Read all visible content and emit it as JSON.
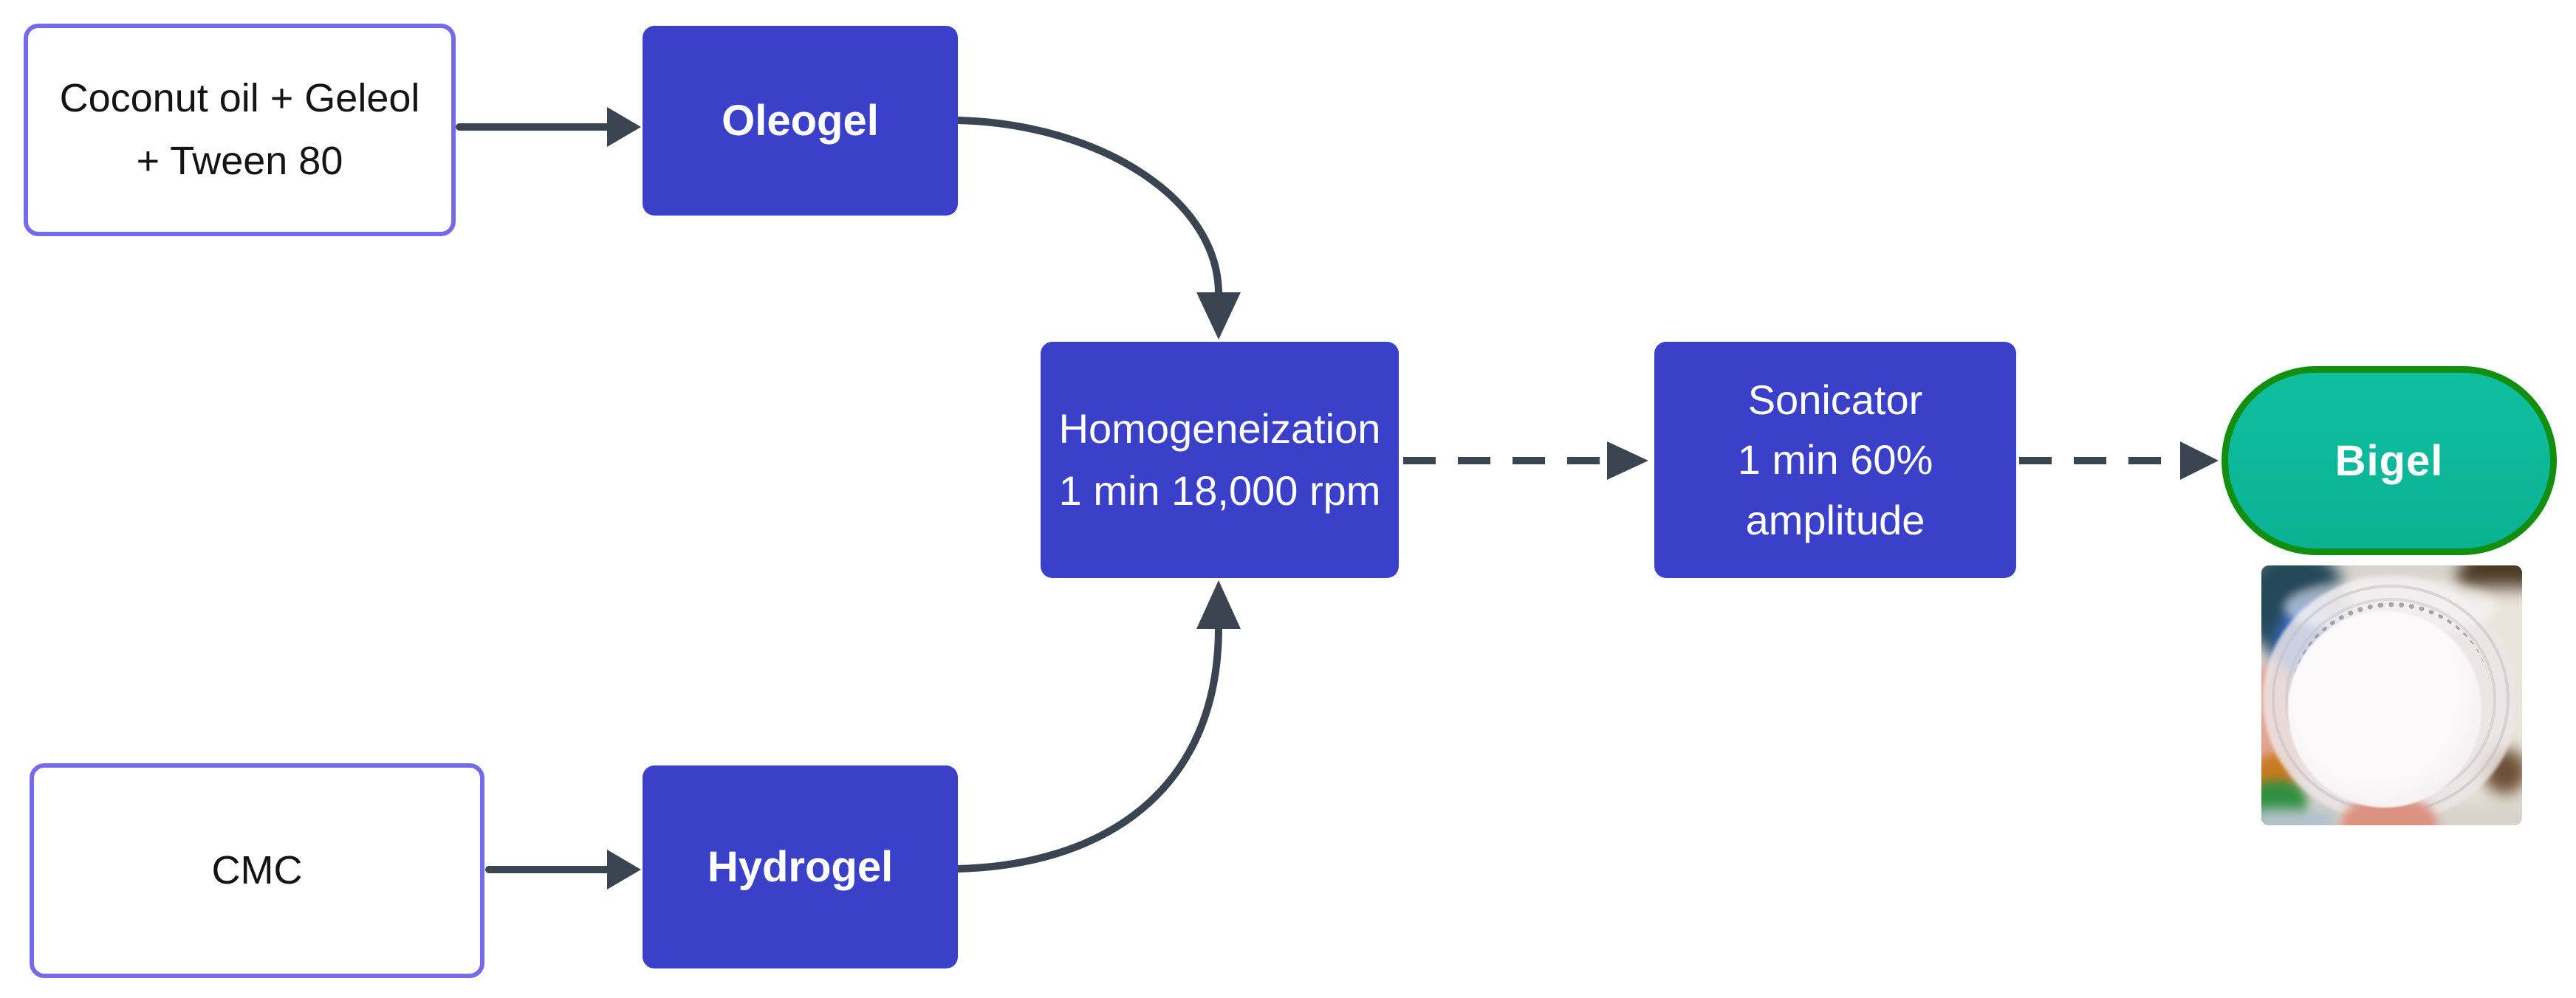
{
  "colors": {
    "canvas_bg": "#ffffff",
    "node_blue": "#3a40c8",
    "node_text_light": "#ffffff",
    "outline_border": "#766aec",
    "outline_text": "#141414",
    "arrow": "#3b4451",
    "bigel_fill": "#0fbfa0",
    "bigel_fill_deep": "#0ab293",
    "bigel_border": "#128f10"
  },
  "nodes": {
    "coconut": {
      "line1": "Coconut oil + Geleol",
      "line2": "+ Tween 80"
    },
    "oleogel": {
      "label": "Oleogel"
    },
    "cmc": {
      "label": "CMC"
    },
    "hydrogel": {
      "label": "Hydrogel"
    },
    "homogenization": {
      "line1": "Homogeneization",
      "line2": "1 min 18,000 rpm"
    },
    "sonicator": {
      "line1": "Sonicator",
      "line2": "1 min 60%",
      "line3": "amplitude"
    },
    "bigel": {
      "label": "Bigel"
    }
  },
  "edges": [
    {
      "from": "coconut",
      "to": "oleogel",
      "style": "solid-arrow"
    },
    {
      "from": "cmc",
      "to": "hydrogel",
      "style": "solid-arrow"
    },
    {
      "from": "oleogel",
      "to": "homogenization",
      "style": "curved-arrow"
    },
    {
      "from": "hydrogel",
      "to": "homogenization",
      "style": "curved-arrow"
    },
    {
      "from": "homogenization",
      "to": "sonicator",
      "style": "dashed-arrow"
    },
    {
      "from": "sonicator",
      "to": "bigel",
      "style": "dashed-arrow"
    }
  ]
}
